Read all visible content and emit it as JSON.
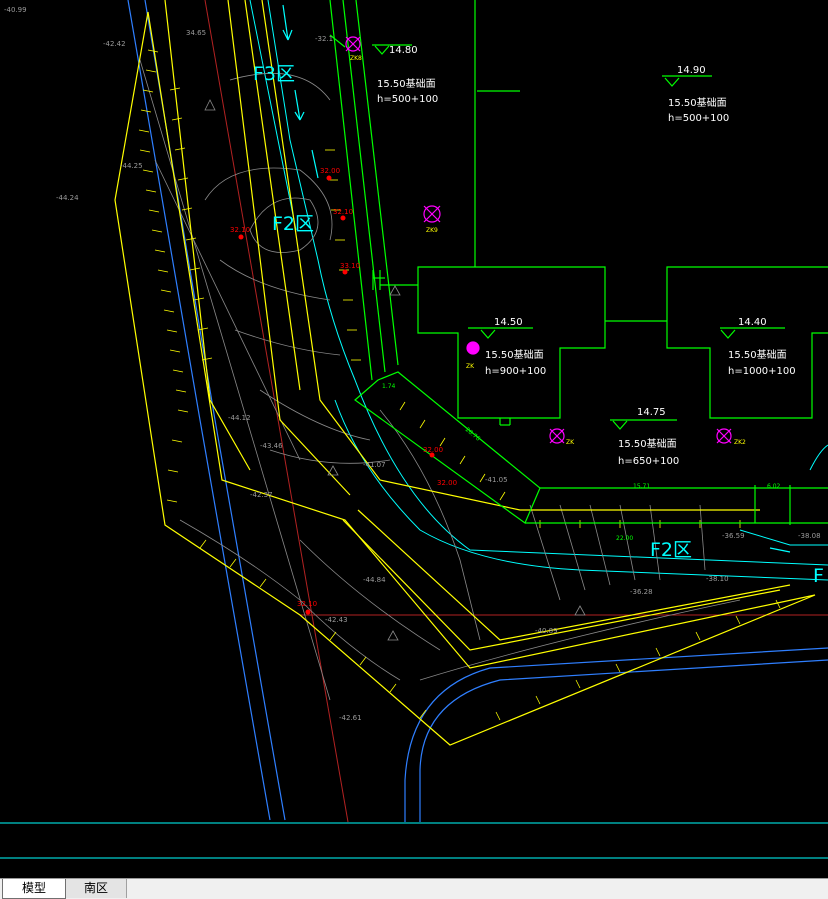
{
  "tabs": [
    {
      "label": "模型",
      "active": true
    },
    {
      "label": "南区",
      "active": false
    }
  ],
  "colors": {
    "background": "#000000",
    "white": "#ffffff",
    "yellow": "#ffff00",
    "green": "#00ff00",
    "red": "#ff0000",
    "cyan": "#00ffff",
    "blue": "#2f7fff",
    "magenta": "#ff00ff",
    "grey": "#9a9a9a",
    "darkred": "#b22222"
  },
  "zones": [
    {
      "label": "F3区"
    },
    {
      "label": "F2区"
    },
    {
      "label": "F2区"
    }
  ],
  "buildings": [
    {
      "elevation": "14.80",
      "level": "15.50基础面",
      "depth": "h=500+100"
    },
    {
      "elevation": "14.90",
      "level": "15.50基础面",
      "depth": "h=500+100"
    },
    {
      "elevation": "14.50",
      "level": "15.50基础面",
      "depth": "h=900+100"
    },
    {
      "elevation": "14.40",
      "level": "15.50基础面",
      "depth": "h=1000+100"
    },
    {
      "elevation": "14.75",
      "level": "15.50基础面",
      "depth": "h=650+100"
    }
  ],
  "grey_labels": [
    "-40.99",
    "-42.42",
    "34.65",
    "-44.25",
    "-44.24",
    "-44.12",
    "-43.46",
    "-42.37",
    "-41.07",
    "-41.05",
    "-44.84",
    "-42.43",
    "-42.61",
    "-36.28",
    "-40.89",
    "-38.10",
    "-36.59",
    "-32.1",
    "-38.08"
  ],
  "red_labels": [
    "32.10",
    "32.10",
    "32.00",
    "33.10",
    "32.00",
    "32.10",
    "32.00"
  ],
  "green_labels": [
    "28.76",
    "15.71",
    "22.00",
    "6.02",
    "1.74"
  ],
  "markers": [
    "ZK8",
    "ZK9",
    "ZK",
    "ZK",
    "ZK2"
  ],
  "partial_label": "F"
}
